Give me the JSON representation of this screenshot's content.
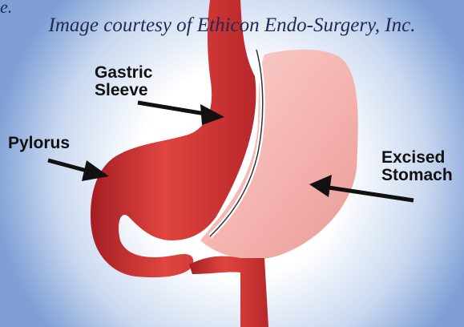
{
  "header": {
    "courtesy": "Image courtesy of Ethicon Endo-Surgery, Inc.",
    "corner_fragment": "e."
  },
  "labels": {
    "gastric_line1": "Gastric",
    "gastric_line2": "Sleeve",
    "pylorus": "Pylorus",
    "excised_line1": "Excised",
    "excised_line2": "Stomach"
  },
  "colors": {
    "background": "#7f9fd6",
    "glow": "#ffffff",
    "sleeve_red": "#d93a38",
    "sleeve_dark": "#a51e24",
    "excised_pink": "#f6b7b3",
    "arrow": "#111111"
  }
}
